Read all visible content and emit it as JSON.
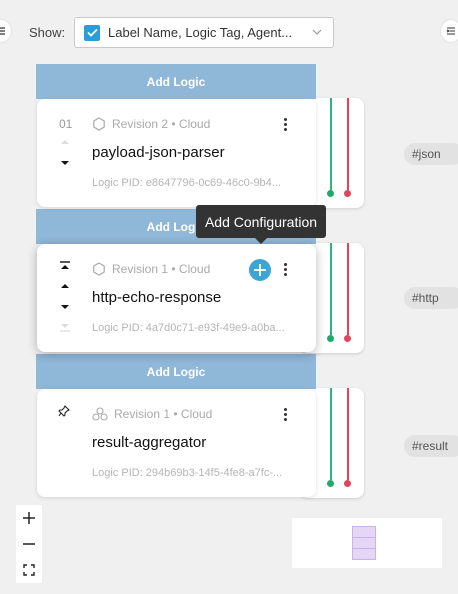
{
  "toolbar": {
    "show_label": "Show:",
    "show_value": "Label Name, Logic Tag, Agent..."
  },
  "add_logic_label": "Add Logic",
  "tooltip": "Add Configuration",
  "cards": [
    {
      "index": "01",
      "revision": "Revision 2",
      "location": "• Cloud",
      "name": "payload-json-parser",
      "pid": "Logic PID: e8647796-0c69-46c0-9b4...",
      "tag": "#json"
    },
    {
      "revision": "Revision 1",
      "location": "• Cloud",
      "name": "http-echo-response",
      "pid": "Logic PID: 4a7d0c71-e93f-49e9-a0ba...",
      "tag": "#http"
    },
    {
      "revision": "Revision 1",
      "location": "• Cloud",
      "name": "result-aggregator",
      "pid": "Logic PID: 294b69b3-14f5-4fe8-a7fc-...",
      "tag": "#result"
    }
  ],
  "colors": {
    "accent": "#2b9cd8",
    "add_bar": "#8fb7d8",
    "green": "#2cb67d",
    "red": "#e2445c"
  },
  "icons": {
    "revision_single": "hexagon-icon",
    "revision_group": "cluster-icon"
  }
}
